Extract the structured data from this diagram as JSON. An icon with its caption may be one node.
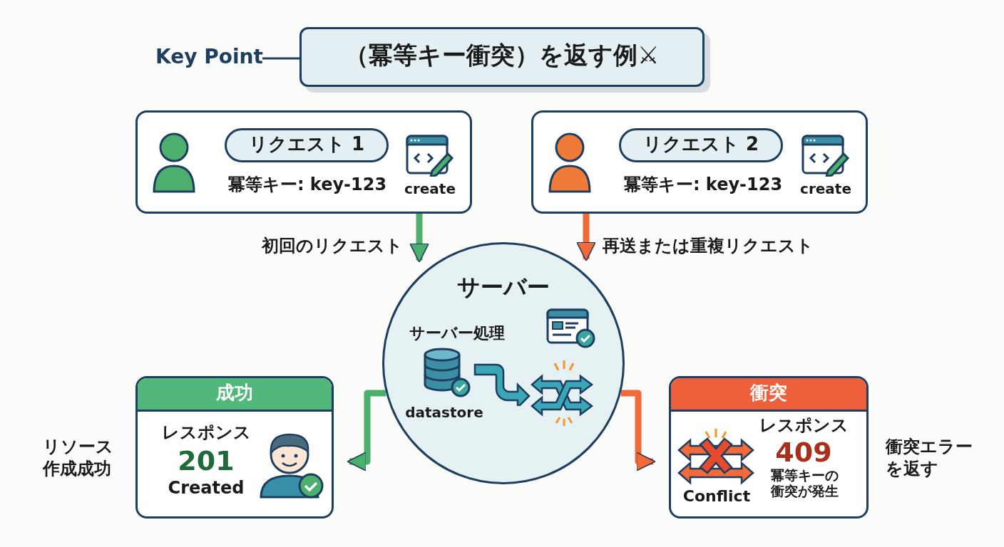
{
  "diagram": {
    "nodes": [
      {
        "text": [
          "Key Point"
        ]
      },
      {
        "text": [
          "（冪等キー衝突）を返す例⚔"
        ]
      },
      {
        "text": [
          "冪等キー: key-123",
          "create"
        ]
      },
      {
        "text": [
          "リクエスト 1"
        ],
        "in": 2
      },
      {
        "text": [
          "冪等キー: key-123",
          "create"
        ]
      },
      {
        "text": [
          "リクエスト 2"
        ],
        "in": 4
      },
      {
        "text": [
          "サーバー",
          "サーバー処理",
          "datastore"
        ]
      },
      {
        "text": [
          "成功",
          "レスポンス",
          "201",
          "Created"
        ],
        "beside": [
          "リソース作成成功"
        ]
      },
      {
        "text": [
          "衝突",
          "レスポンス",
          "409",
          "Conflict",
          "冪等キーの衝突が発生"
        ],
        "beside": [
          "衝突エラーを返す"
        ]
      }
    ],
    "edges": [
      {
        "from": 0,
        "to": 1,
        "arrow": "none",
        "color": "#1d3e5e"
      },
      {
        "from": 2,
        "to": 6,
        "arrow": "to",
        "label": "初回のリクエスト",
        "color": "#4caf6e"
      },
      {
        "from": 4,
        "to": 6,
        "arrow": "to",
        "label": "再送または重複リクエスト",
        "color": "#f06a3a"
      },
      {
        "from": 6,
        "to": 7,
        "arrow": "to",
        "color": "#4caf6e"
      },
      {
        "from": 6,
        "to": 8,
        "arrow": "to",
        "color": "#f06a3a"
      }
    ]
  }
}
